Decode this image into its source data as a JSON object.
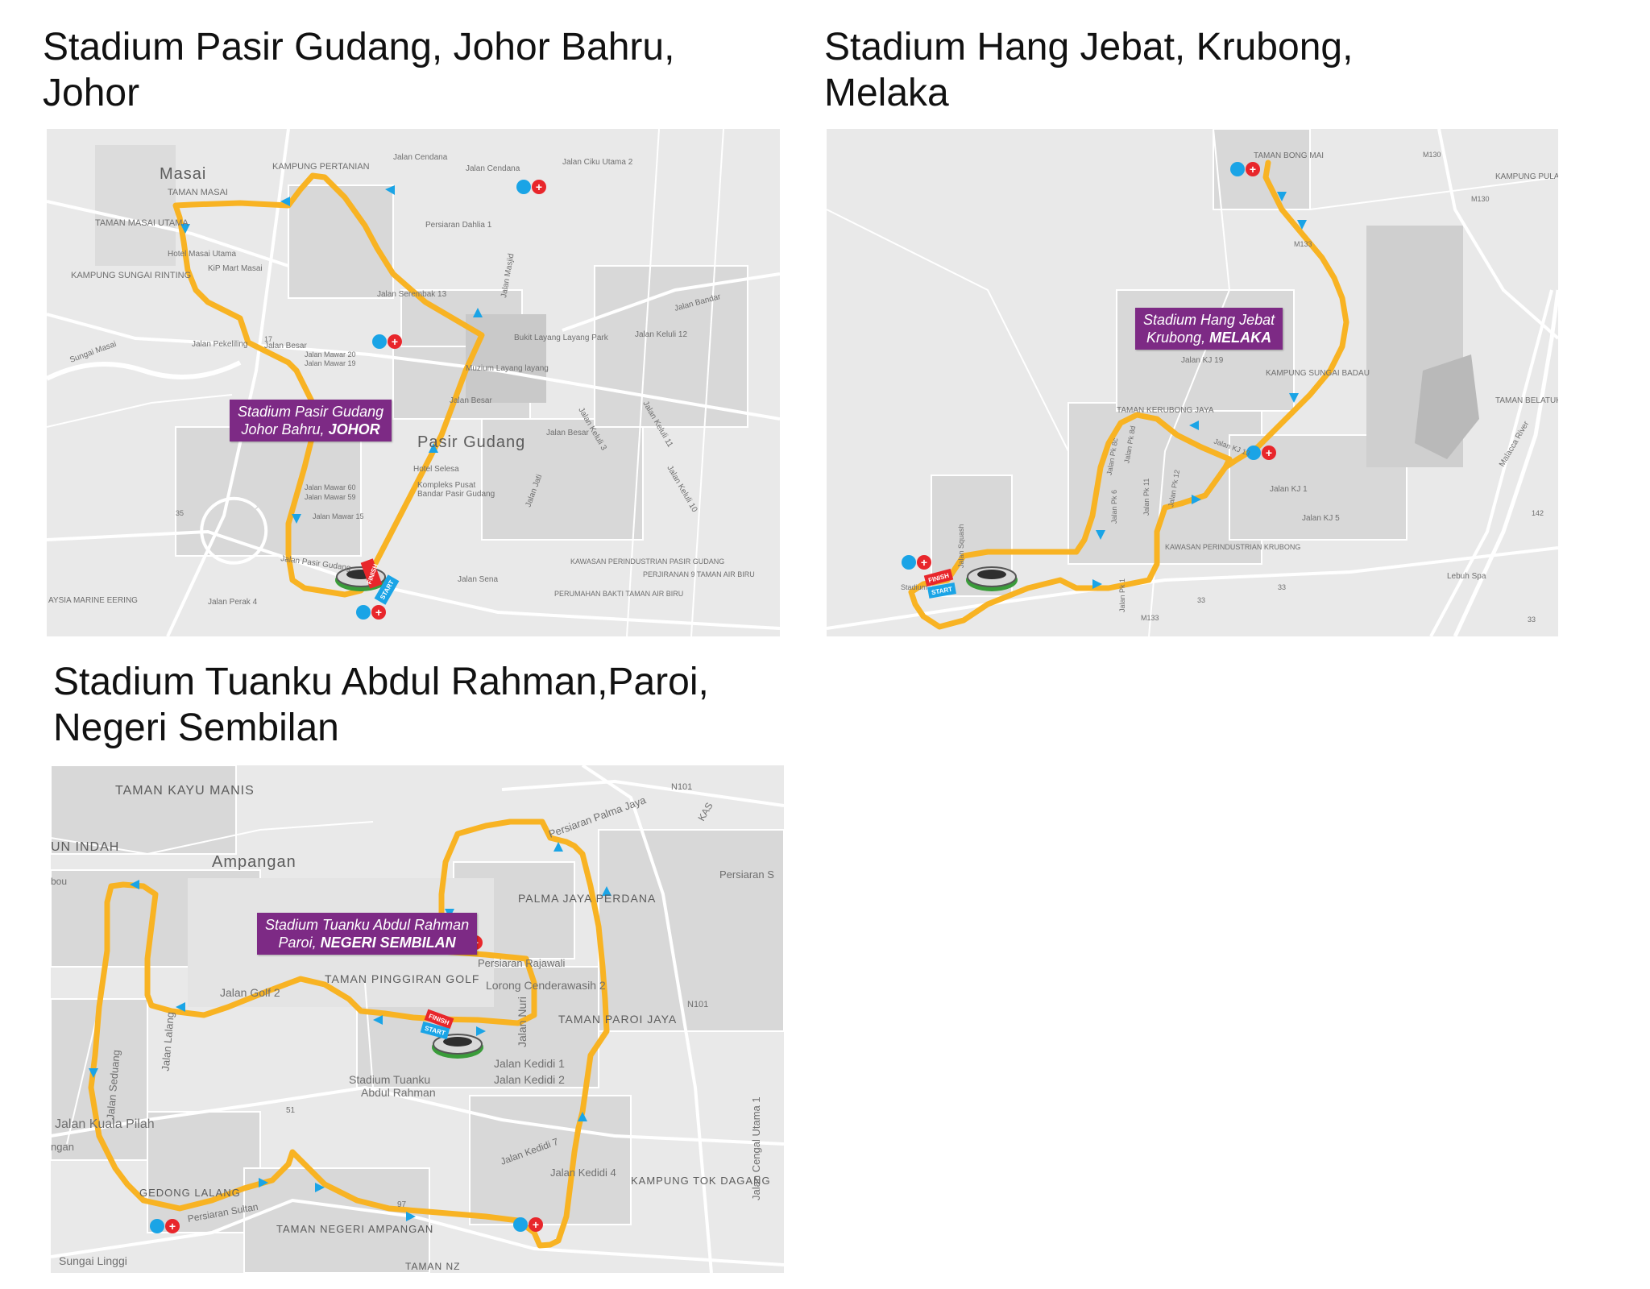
{
  "colors": {
    "route": "#f8b323",
    "arrow": "#1aa4e6",
    "callout": "#7d2a85",
    "medical": "#e8262b",
    "finish": "#e8262b",
    "start": "#1aa4e6",
    "map_bg": "#e9e9e9"
  },
  "icons": [
    "water-bottle-icon",
    "first-aid-icon",
    "stadium-icon",
    "direction-arrow-icon",
    "finish-flag-icon",
    "start-flag-icon"
  ],
  "maps": [
    {
      "title_line1": "Stadium Pasir Gudang, Johor Bahru,",
      "title_line2": "Johor",
      "callout_line1": "Stadium Pasir Gudang",
      "callout_line2": "Johor Bahru,",
      "callout_bold": "JOHOR",
      "finish": "FINISH",
      "start": "START",
      "labels": {
        "masai": "Masai",
        "taman_masai": "TAMAN MASAI",
        "pasir_gudang": "Pasir Gudang",
        "kampung_pertanian": "KAMPUNG PERTANIAN",
        "taman_masai_utama": "TAMAN MASAI UTAMA",
        "kampung_sungai_rinting": "KAMPUNG SUNGAI RINTING",
        "hotel_masai": "Hotel Masai Utama",
        "kip_mart": "KiP Mart Masai",
        "jalan_cendana": "Jalan Cendana",
        "jalan_ciku": "Jalan Ciku Utama 2",
        "persiaran_dahlia": "Persiaran Dahlia 1",
        "jalan_serembak": "Jalan Serembak 13",
        "jalan_masjid": "Jalan Masjid",
        "bukit_layang": "Bukit Layang Layang Park",
        "muzium": "Muzium Layang layang",
        "jalan_bandar": "Jalan Bandar",
        "jalan_keluli_12": "Jalan Keluli 12",
        "jalan_keluli_3": "Jalan Keluli 3",
        "jalan_keluli_11": "Jalan Keluli 11",
        "jalan_keluli_10": "Jalan Keluli 10",
        "jalan_pekeliling": "Jalan Pekeliling",
        "jalan_besar": "Jalan Besar",
        "sungai_masai": "Sungai Masai",
        "jalan_mawar_20": "Jalan Mawar 20",
        "jalan_mawar_19": "Jalan Mawar 19",
        "hotel_selesa": "Hotel Selesa",
        "kompleks_pusat": "Kompleks Pusat",
        "bandar_pasir": "Bandar Pasir Gudang",
        "jalan_mawar_60": "Jalan Mawar 60",
        "jalan_mawar_59": "Jalan Mawar 59",
        "jalan_mawar_15": "Jalan Mawar 15",
        "jalan_jati": "Jalan Jati",
        "jalan_pasir_gudang": "Jalan Pasir Gudang",
        "jalan_sena": "Jalan Sena",
        "jalan_perak_4": "Jalan Perak 4",
        "kawasan": "KAWASAN PERINDUSTRIAN PASIR GUDANG",
        "perumahan": "PERUMAHAN BAKTI TAMAN AIR BIRU",
        "perjiranan": "PERJIRANAN 9 TAMAN AIR BIRU",
        "road_17": "17",
        "road_35": "35",
        "marine": "AYSIA MARINE EERING"
      }
    },
    {
      "title_line1": "Stadium Hang Jebat, Krubong,",
      "title_line2": "Melaka",
      "callout_line1": "Stadium Hang Jebat",
      "callout_line2": "Krubong,",
      "callout_bold": "MELAKA",
      "finish": "FINISH",
      "start": "START",
      "labels": {
        "taman_bong": "TAMAN BONG MAI",
        "m130a": "M130",
        "m130b": "M130",
        "kampung_pulau": "KAMPUNG PULAU",
        "m133a": "M133",
        "kampung_sungai_badau": "KAMPUNG SUNGAI BADAU",
        "jalan_kj19": "Jalan KJ 19",
        "taman_kerubong": "TAMAN KERUBONG JAYA",
        "taman_belatuk": "TAMAN BELATUK",
        "malacca_river": "Malacca River",
        "jalan_kj1": "Jalan KJ 1",
        "jalan_kj5": "Jalan KJ 5",
        "kawasan_krubong": "KAWASAN PERINDUSTRIAN KRUBONG",
        "lebuh_spa": "Lebuh Spa",
        "r33a": "33",
        "r33b": "33",
        "r33c": "33",
        "r142": "142",
        "m133b": "M133",
        "jalan_squash": "Jalan Squash",
        "stadium_lbl": "Stadium",
        "jalan_pk1": "Jalan Pk 1",
        "jalan_pk6": "Jalan Pk 6",
        "jalan_pk11": "Jalan Pk 11",
        "jalan_pk12": "Jalan Pk 12",
        "jalan_kj13": "Jalan KJ 13",
        "jalan_pk8d": "Jalan Pk 8d",
        "jalan_pk8c": "Jalan Pk 8c"
      }
    },
    {
      "title_line1": "Stadium Tuanku Abdul Rahman,Paroi,",
      "title_line2": "Negeri Sembilan",
      "callout_line1": "Stadium Tuanku Abdul Rahman",
      "callout_line2": "Paroi,",
      "callout_bold": "NEGERI SEMBILAN",
      "finish": "FINISH",
      "start": "START",
      "labels": {
        "taman_kayu": "TAMAN KAYU MANIS",
        "un_indah": "UN INDAH",
        "ampangan": "Ampangan",
        "n101a": "N101",
        "n101b": "N101",
        "kas": "KAS",
        "persiaran_palma": "Persiaran Palma Jaya",
        "persiaran_s": "Persiaran S",
        "palma_jaya": "PALMA JAYA PERDANA",
        "persiaran_rajawali": "Persiaran Rajawali",
        "lorong_cenderawasih": "Lorong Cenderawasih 2",
        "taman_pinggiran": "TAMAN PINGGIRAN GOLF",
        "jalan_nuri": "Jalan Nuri",
        "taman_paroi": "TAMAN PAROI JAYA",
        "jalan_golf_2": "Jalan Golf 2",
        "jalan_kediti_1": "Jalan Kedidi 1",
        "jalan_kediti_2": "Jalan Kedidi 2",
        "jalan_kediti_7": "Jalan Kedidi 7",
        "jalan_kediti_4": "Jalan Kedidi 4",
        "stadium_tuanku": "Stadium Tuanku",
        "abdul_rahman": "Abdul Rahman",
        "jalan_kuala_pilah": "Jalan Kuala Pilah",
        "ngan": "ngan",
        "gedong_lalang": "GEDONG LALANG",
        "taman_negeri": "TAMAN NEGERI AMPANGAN",
        "sungai_linggi": "Sungai Linggi",
        "taman_nz": "TAMAN NZ",
        "kampung_tok": "KAMPUNG TOK DAGANG",
        "jalan_cengal": "Jalan Cengal Utama 1",
        "r51": "51",
        "r97": "97",
        "bou": "bou",
        "jalan_seduang": "Jalan Seduang",
        "jalan_lalang": "Jalan Lalang",
        "persiaran_sultan": "Persiaran Sultan"
      }
    }
  ]
}
